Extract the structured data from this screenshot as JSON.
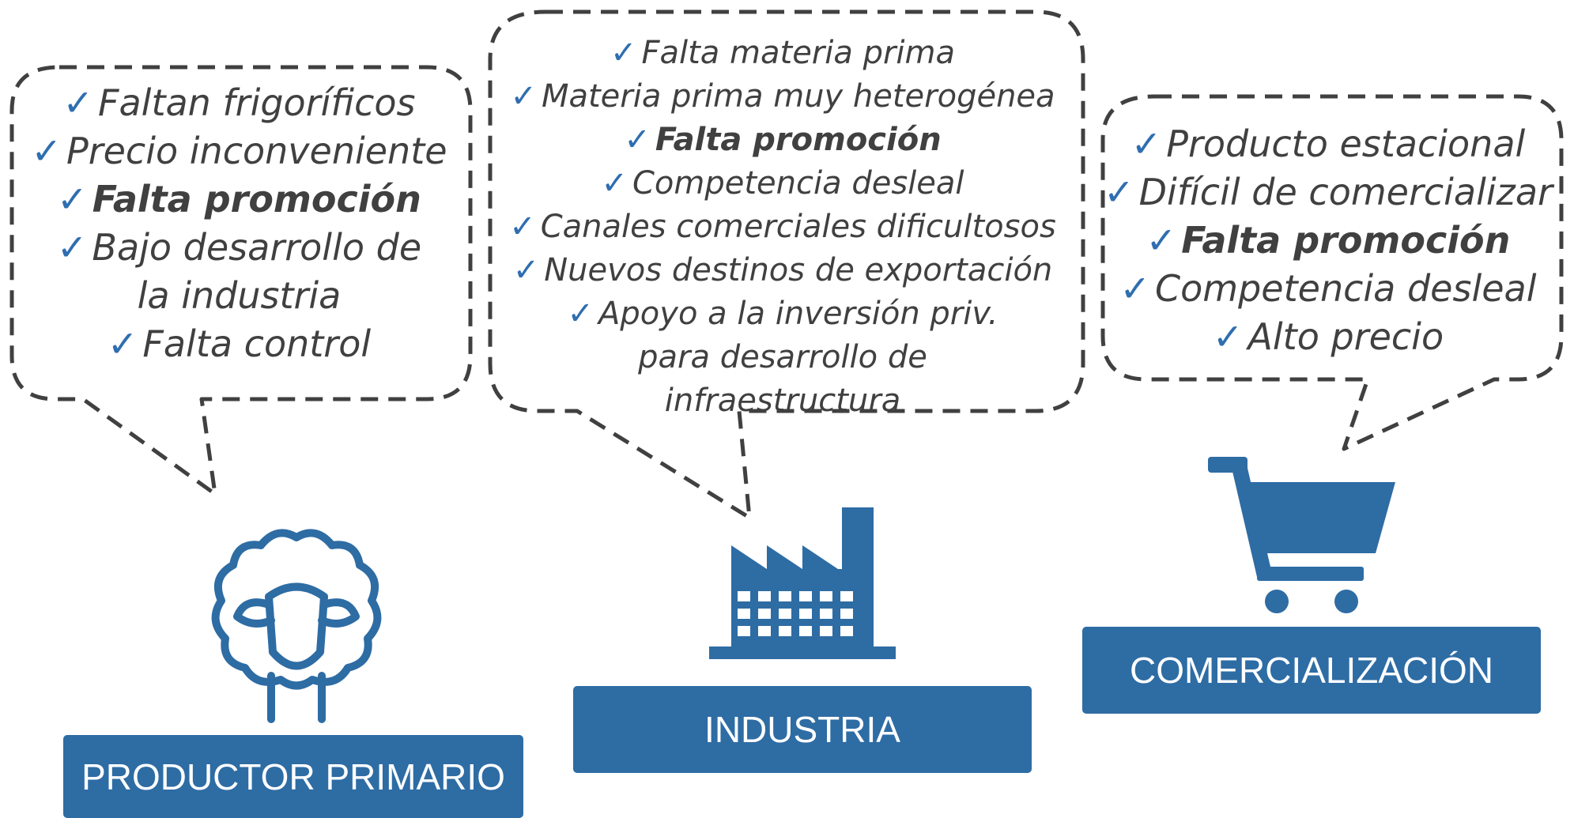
{
  "colors": {
    "accent": "#2e6ca4",
    "check": "#2f6eb0",
    "text": "#404040",
    "dash": "#404040"
  },
  "bubbles": [
    {
      "items": [
        {
          "text": "Faltan frigoríficos",
          "bold": false
        },
        {
          "text": "Precio inconveniente",
          "bold": false
        },
        {
          "text": "Falta promoción",
          "bold": true
        },
        {
          "text": "Bajo desarrollo de la industria",
          "bold": false
        },
        {
          "text": "Falta control",
          "bold": false
        }
      ]
    },
    {
      "items": [
        {
          "text": "Falta materia prima",
          "bold": false
        },
        {
          "text": "Materia prima muy heterogénea",
          "bold": false
        },
        {
          "text": "Falta promoción",
          "bold": true
        },
        {
          "text": "Competencia desleal",
          "bold": false
        },
        {
          "text": "Canales comerciales dificultosos",
          "bold": false
        },
        {
          "text": "Nuevos destinos de exportación",
          "bold": false
        },
        {
          "text": "Apoyo a la inversión priv. para desarrollo de infraestructura",
          "bold": false
        }
      ]
    },
    {
      "items": [
        {
          "text": "Producto estacional",
          "bold": false
        },
        {
          "text": "Difícil de comercializar",
          "bold": false
        },
        {
          "text": "Falta promoción",
          "bold": true
        },
        {
          "text": "Competencia desleal",
          "bold": false
        },
        {
          "text": "Alto precio",
          "bold": false
        }
      ]
    }
  ],
  "labels": {
    "productor": "PRODUCTOR PRIMARIO",
    "industria": "INDUSTRIA",
    "comercializacion": "COMERCIALIZACIÓN"
  },
  "icons": [
    "sheep-icon",
    "factory-icon",
    "shopping-cart-icon"
  ],
  "check_glyph": "✓"
}
